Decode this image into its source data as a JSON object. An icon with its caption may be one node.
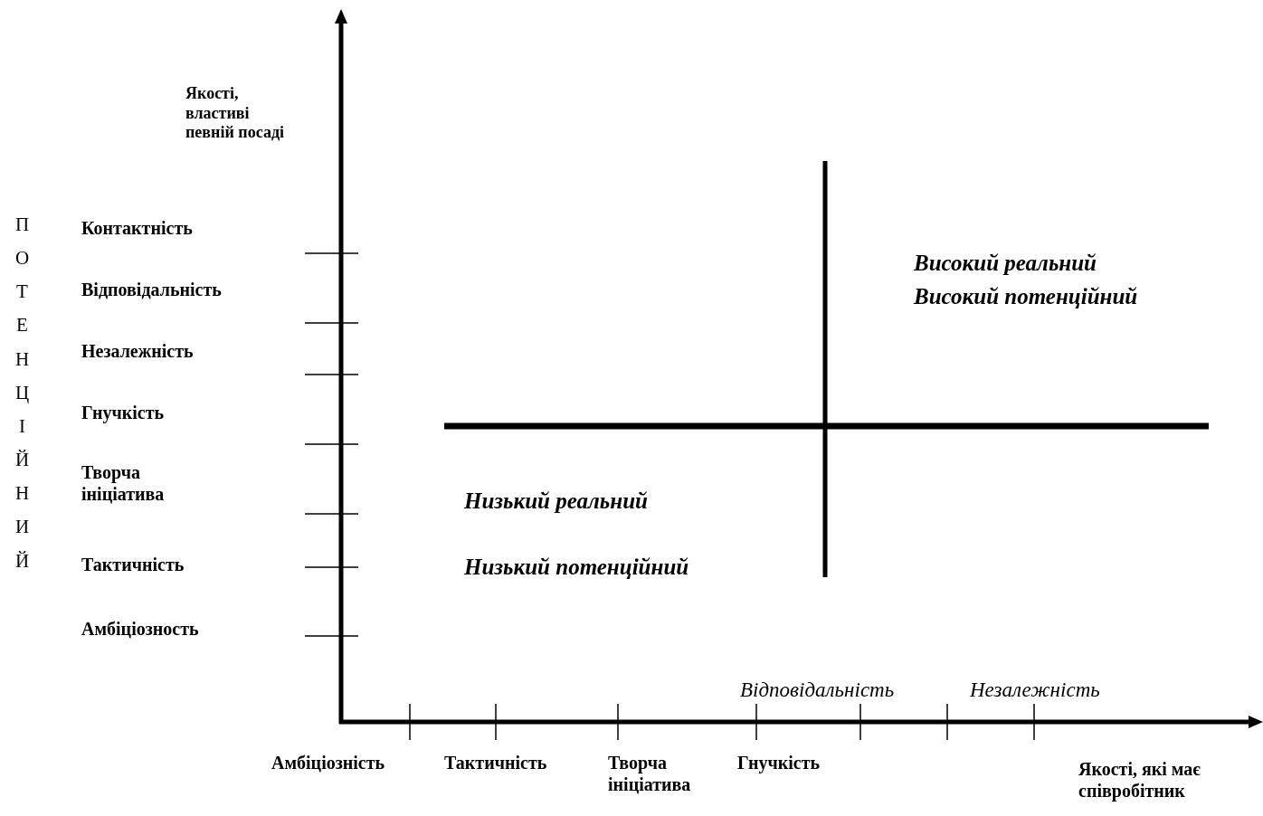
{
  "diagram": {
    "labels": [
      "Якості, властиві певній посаді",
      "ПОТЕНЦІЙНИЙ",
      "Контактність",
      "Відповідальність",
      "Незалежність",
      "Гнучкість",
      "Творча ініціатива",
      "Тактичність",
      "Амбіціозность",
      "Високий реальний",
      "Високий потенційний",
      "Низький реальний",
      "Низький потенційний",
      "Відповідальність",
      "Незалежність",
      "Амбіціозність",
      "Тактичність",
      "Творча ініціатива",
      "Гнучкість",
      "Якості, які має співробітник"
    ]
  }
}
